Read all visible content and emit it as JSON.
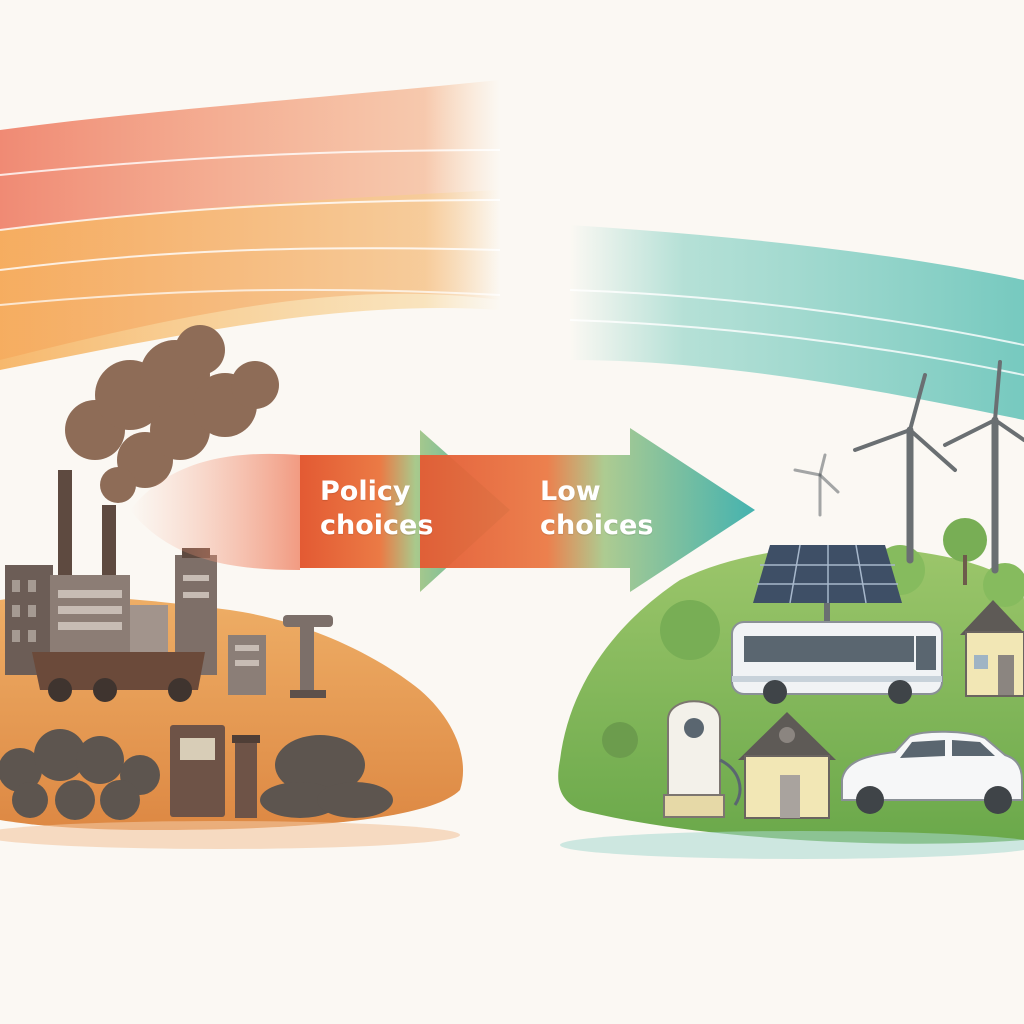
{
  "arrow_left": {
    "line1": "Policy",
    "line2": "choices"
  },
  "arrow_right": {
    "line1": "Low",
    "line2": "choices"
  },
  "colors": {
    "background": "#fbf8f3",
    "warm_band": "#f07f63",
    "warm_band_2": "#f6b56c",
    "cool_band": "#6ec7b8",
    "arrow_start": "#e0502f",
    "arrow_end": "#3fb0ad",
    "smoke": "#8c6a55",
    "ground_left": "#e9a45c",
    "ground_right": "#86b858",
    "coal": "#5f5650"
  },
  "icons": [
    "factory-icon",
    "smokestack-icon",
    "smoke-cloud-icon",
    "coal-truck-icon",
    "coal-pile-icon",
    "oil-pump-icon",
    "gas-pump-icon",
    "wind-turbine-icon",
    "solar-panel-icon",
    "bus-icon",
    "house-icon",
    "electric-car-icon",
    "ev-charger-icon",
    "tree-icon"
  ]
}
